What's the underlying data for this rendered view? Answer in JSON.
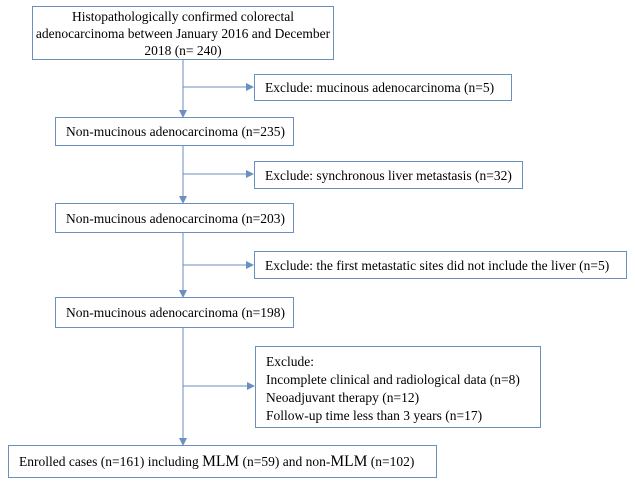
{
  "flowchart": {
    "start": {
      "lines": [
        "Histopathologically confirmed colorectal",
        "adenocarcinoma between January 2016 and December",
        "2018 (n= 240)"
      ]
    },
    "exclusion1": "Exclude: mucinous adenocarcinoma (n=5)",
    "step1": "Non-mucinous adenocarcinoma (n=235)",
    "exclusion2": "Exclude: synchronous liver metastasis (n=32)",
    "step2": "Non-mucinous adenocarcinoma (n=203)",
    "exclusion3": "Exclude: the first metastatic sites did not include the liver (n=5)",
    "step3": "Non-mucinous adenocarcinoma (n=198)",
    "exclusion4": {
      "heading": "Exclude:",
      "items": [
        "Incomplete clinical and radiological data (n=8)",
        "Neoadjuvant therapy (n=12)",
        "Follow-up time less than 3 years (n=17)"
      ]
    },
    "final": {
      "prefix": "Enrolled cases (n=161) including ",
      "group1_abbr": "MLM",
      "group1_count": " (n=59) and non-",
      "group2_abbr": "MLM",
      "group2_count": " (n=102)"
    }
  },
  "colors": {
    "box_border": "#6b8fbf",
    "connector": "#6b8fbf",
    "text": "#000000"
  }
}
